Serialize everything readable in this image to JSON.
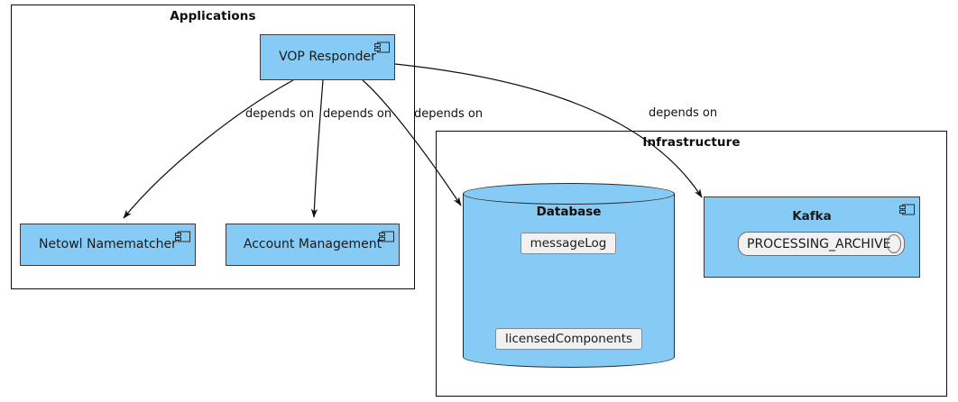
{
  "diagram": {
    "type": "uml-component-diagram",
    "colors": {
      "component_fill": "#85CBF5",
      "component_stroke": "#3b3b3b",
      "frame_stroke": "#0b0b0b",
      "chip_fill": "#F1F1F1",
      "chip_stroke": "#8a8a8a",
      "edge_stroke": "#111111",
      "background": "#ffffff"
    },
    "packages": [
      {
        "id": "applications",
        "label": "Applications"
      },
      {
        "id": "infrastructure",
        "label": "Infrastructure"
      }
    ],
    "components": [
      {
        "id": "vop-responder",
        "label": "VOP Responder",
        "icon": "uml-component-icon"
      },
      {
        "id": "netowl-namematcher",
        "label": "Netowl Namematcher",
        "icon": "uml-component-icon"
      },
      {
        "id": "account-management",
        "label": "Account Management",
        "icon": "uml-component-icon"
      },
      {
        "id": "kafka",
        "label": "Kafka",
        "icon": "uml-component-icon"
      }
    ],
    "database": {
      "id": "database",
      "label": "Database",
      "tables": [
        {
          "id": "message-log",
          "label": "messageLog"
        },
        {
          "id": "licensed-components",
          "label": "licensedComponents"
        }
      ]
    },
    "kafka": {
      "topics": [
        {
          "id": "processing-archive",
          "label": "PROCESSING_ARCHIVE"
        }
      ]
    },
    "edges": [
      {
        "id": "vop-to-netowl",
        "from": "VOP Responder",
        "to": "Netowl Namematcher",
        "label": "depends on"
      },
      {
        "id": "vop-to-account",
        "from": "VOP Responder",
        "to": "Account Management",
        "label": "depends on"
      },
      {
        "id": "vop-to-database",
        "from": "VOP Responder",
        "to": "Database",
        "label": "depends on"
      },
      {
        "id": "vop-to-kafka",
        "from": "VOP Responder",
        "to": "Kafka",
        "label": "depends on"
      }
    ]
  }
}
